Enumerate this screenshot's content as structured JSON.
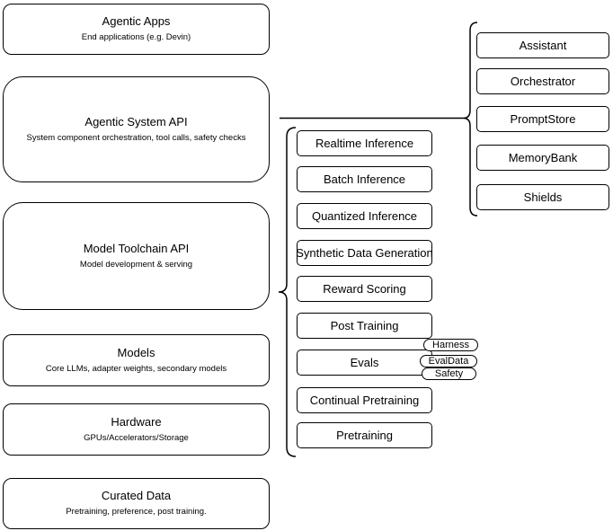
{
  "diagram": {
    "left_column": [
      {
        "title": "Agentic Apps",
        "subtitle": "End applications (e.g. Devin)"
      },
      {
        "title": "Agentic System API",
        "subtitle": "System component orchestration, tool calls, safety checks"
      },
      {
        "title": "Model Toolchain API",
        "subtitle": "Model development & serving"
      },
      {
        "title": "Models",
        "subtitle": "Core LLMs, adapter weights, secondary models"
      },
      {
        "title": "Hardware",
        "subtitle": "GPUs/Accelerators/Storage"
      },
      {
        "title": "Curated Data",
        "subtitle": "Pretraining, preference, post training."
      }
    ],
    "toolchain_items": [
      "Realtime Inference",
      "Batch Inference",
      "Quantized Inference",
      "Synthetic Data Generation",
      "Reward Scoring",
      "Post Training",
      "Evals",
      "Continual Pretraining",
      "Pretraining"
    ],
    "eval_badges": [
      "Harness",
      "EvalData",
      "Safety"
    ],
    "system_components": [
      "Assistant",
      "Orchestrator",
      "PromptStore",
      "MemoryBank",
      "Shields"
    ],
    "colors": {
      "background": "#ffffff",
      "stroke": "#000000",
      "text": "#000000"
    }
  }
}
